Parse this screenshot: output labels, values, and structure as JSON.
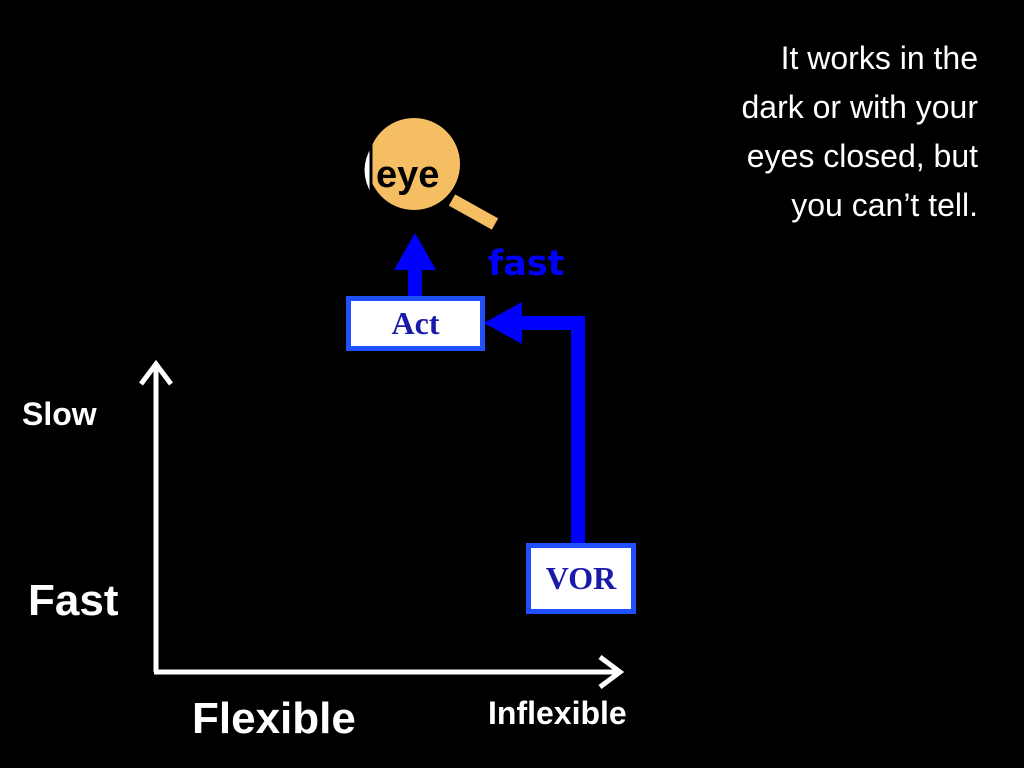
{
  "caption": {
    "lines": [
      "It works in the",
      "dark or with your",
      "eyes closed, but",
      "you can’t tell."
    ]
  },
  "axes": {
    "y_top_label": "Slow",
    "y_bottom_label": "Fast",
    "x_left_label": "Flexible",
    "x_right_label": "Inflexible"
  },
  "nodes": {
    "eye": "eye",
    "act": "Act",
    "vor": "VOR"
  },
  "arrow_label": "fast",
  "colors": {
    "background": "#000000",
    "arrow": "#0000ff",
    "box_border": "#1f4fff",
    "box_text": "#1a1aaa",
    "magnifier_lens": "#f5be62",
    "magnifier_handle": "#f5be62",
    "axes": "#ffffff"
  },
  "icons": {
    "magnifier": "magnifier-icon",
    "eye_shape": "eye-lid-icon"
  }
}
